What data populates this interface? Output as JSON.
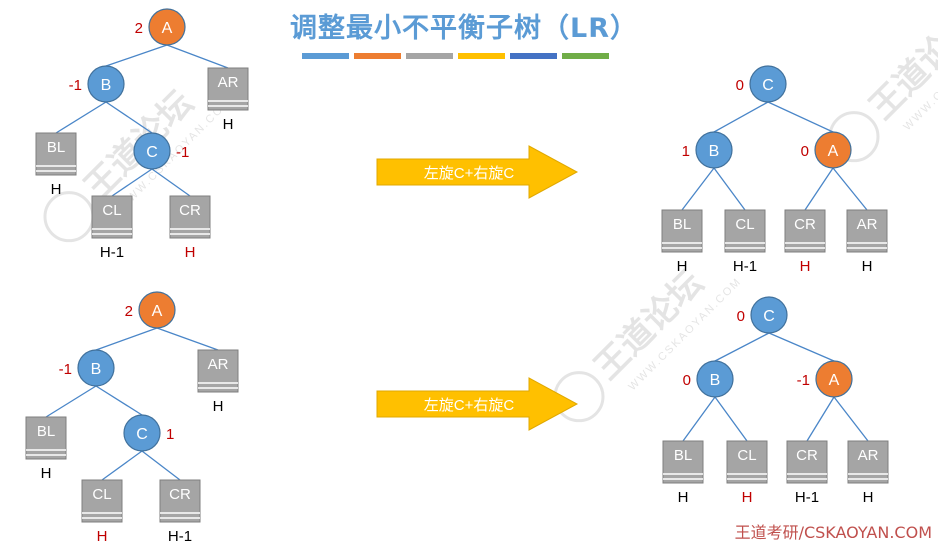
{
  "title": "调整最小不平衡子树（LR）",
  "footer": "王道考研/CSKAOYAN.COM",
  "watermark": {
    "brand": "王道论坛",
    "url": "WWW.CSKAOYAN.COM"
  },
  "colors": {
    "circle_blue": "#5B9BD5",
    "circle_orange": "#ED7D31",
    "box_gray": "#A5A5A5",
    "balance_red": "#C00000",
    "arrow_yellow": "#FFC000",
    "edge": "#4A86C8",
    "bar": [
      "#5B9BD5",
      "#ED7D31",
      "#A5A5A5",
      "#FFC000",
      "#4472C4",
      "#70AD47"
    ]
  },
  "arrows": [
    {
      "label": "左旋C+右旋C"
    },
    {
      "label": "左旋C+右旋C"
    }
  ],
  "diagrams": [
    {
      "id": "top-before",
      "nodes": [
        {
          "id": "A",
          "label": "A",
          "kind": "circle",
          "color": "orange",
          "balance": "2"
        },
        {
          "id": "B",
          "label": "B",
          "kind": "circle",
          "color": "blue",
          "balance": "-1"
        },
        {
          "id": "C",
          "label": "C",
          "kind": "circle",
          "color": "blue",
          "balance": "-1"
        },
        {
          "id": "AR",
          "label": "AR",
          "kind": "box",
          "height": "H",
          "height_red": false
        },
        {
          "id": "BL",
          "label": "BL",
          "kind": "box",
          "height": "H",
          "height_red": false
        },
        {
          "id": "CL",
          "label": "CL",
          "kind": "box",
          "height": "H-1",
          "height_red": false
        },
        {
          "id": "CR",
          "label": "CR",
          "kind": "box",
          "height": "H",
          "height_red": true
        }
      ],
      "edges": [
        [
          "A",
          "B"
        ],
        [
          "A",
          "AR"
        ],
        [
          "B",
          "BL"
        ],
        [
          "B",
          "C"
        ],
        [
          "C",
          "CL"
        ],
        [
          "C",
          "CR"
        ]
      ]
    },
    {
      "id": "top-after",
      "nodes": [
        {
          "id": "C",
          "label": "C",
          "kind": "circle",
          "color": "blue",
          "balance": "0"
        },
        {
          "id": "B",
          "label": "B",
          "kind": "circle",
          "color": "blue",
          "balance": "1"
        },
        {
          "id": "A",
          "label": "A",
          "kind": "circle",
          "color": "orange",
          "balance": "0"
        },
        {
          "id": "BL",
          "label": "BL",
          "kind": "box",
          "height": "H",
          "height_red": false
        },
        {
          "id": "CL",
          "label": "CL",
          "kind": "box",
          "height": "H-1",
          "height_red": false
        },
        {
          "id": "CR",
          "label": "CR",
          "kind": "box",
          "height": "H",
          "height_red": true
        },
        {
          "id": "AR",
          "label": "AR",
          "kind": "box",
          "height": "H",
          "height_red": false
        }
      ],
      "edges": [
        [
          "C",
          "B"
        ],
        [
          "C",
          "A"
        ],
        [
          "B",
          "BL"
        ],
        [
          "B",
          "CL"
        ],
        [
          "A",
          "CR"
        ],
        [
          "A",
          "AR"
        ]
      ]
    },
    {
      "id": "bottom-before",
      "nodes": [
        {
          "id": "A",
          "label": "A",
          "kind": "circle",
          "color": "orange",
          "balance": "2"
        },
        {
          "id": "B",
          "label": "B",
          "kind": "circle",
          "color": "blue",
          "balance": "-1"
        },
        {
          "id": "C",
          "label": "C",
          "kind": "circle",
          "color": "blue",
          "balance": "1"
        },
        {
          "id": "AR",
          "label": "AR",
          "kind": "box",
          "height": "H",
          "height_red": false
        },
        {
          "id": "BL",
          "label": "BL",
          "kind": "box",
          "height": "H",
          "height_red": false
        },
        {
          "id": "CL",
          "label": "CL",
          "kind": "box",
          "height": "H",
          "height_red": true
        },
        {
          "id": "CR",
          "label": "CR",
          "kind": "box",
          "height": "H-1",
          "height_red": false
        }
      ],
      "edges": [
        [
          "A",
          "B"
        ],
        [
          "A",
          "AR"
        ],
        [
          "B",
          "BL"
        ],
        [
          "B",
          "C"
        ],
        [
          "C",
          "CL"
        ],
        [
          "C",
          "CR"
        ]
      ]
    },
    {
      "id": "bottom-after",
      "nodes": [
        {
          "id": "C",
          "label": "C",
          "kind": "circle",
          "color": "blue",
          "balance": "0"
        },
        {
          "id": "B",
          "label": "B",
          "kind": "circle",
          "color": "blue",
          "balance": "0"
        },
        {
          "id": "A",
          "label": "A",
          "kind": "circle",
          "color": "orange",
          "balance": "-1"
        },
        {
          "id": "BL",
          "label": "BL",
          "kind": "box",
          "height": "H",
          "height_red": false
        },
        {
          "id": "CL",
          "label": "CL",
          "kind": "box",
          "height": "H",
          "height_red": true
        },
        {
          "id": "CR",
          "label": "CR",
          "kind": "box",
          "height": "H-1",
          "height_red": false
        },
        {
          "id": "AR",
          "label": "AR",
          "kind": "box",
          "height": "H",
          "height_red": false
        }
      ],
      "edges": [
        [
          "C",
          "B"
        ],
        [
          "C",
          "A"
        ],
        [
          "B",
          "BL"
        ],
        [
          "B",
          "CL"
        ],
        [
          "A",
          "CR"
        ],
        [
          "A",
          "AR"
        ]
      ]
    }
  ]
}
